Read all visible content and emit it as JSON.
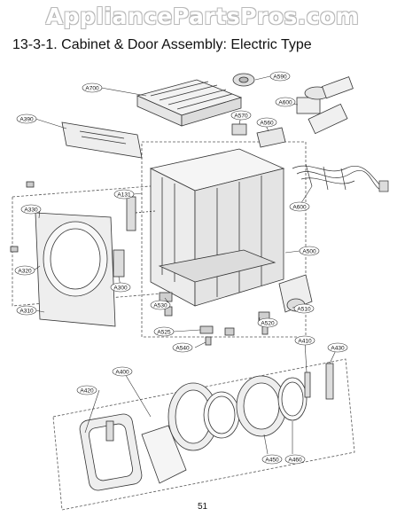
{
  "watermark": "AppliancePartsPros.com",
  "title": "13-3-1. Cabinet & Door Assembly: Electric Type",
  "page_number": "51",
  "callouts": [
    {
      "id": "A700"
    },
    {
      "id": "A590"
    },
    {
      "id": "A390"
    },
    {
      "id": "A600"
    },
    {
      "id": "A570"
    },
    {
      "id": "A560"
    },
    {
      "id": "A131"
    },
    {
      "id": "A330"
    },
    {
      "id": "A320"
    },
    {
      "id": "A300"
    },
    {
      "id": "A310"
    },
    {
      "id": "A600"
    },
    {
      "id": "A500"
    },
    {
      "id": "A530"
    },
    {
      "id": "A510"
    },
    {
      "id": "A520"
    },
    {
      "id": "A525"
    },
    {
      "id": "A540"
    },
    {
      "id": "A410"
    },
    {
      "id": "A430"
    },
    {
      "id": "A400"
    },
    {
      "id": "A420"
    },
    {
      "id": "A450"
    },
    {
      "id": "A460"
    }
  ]
}
